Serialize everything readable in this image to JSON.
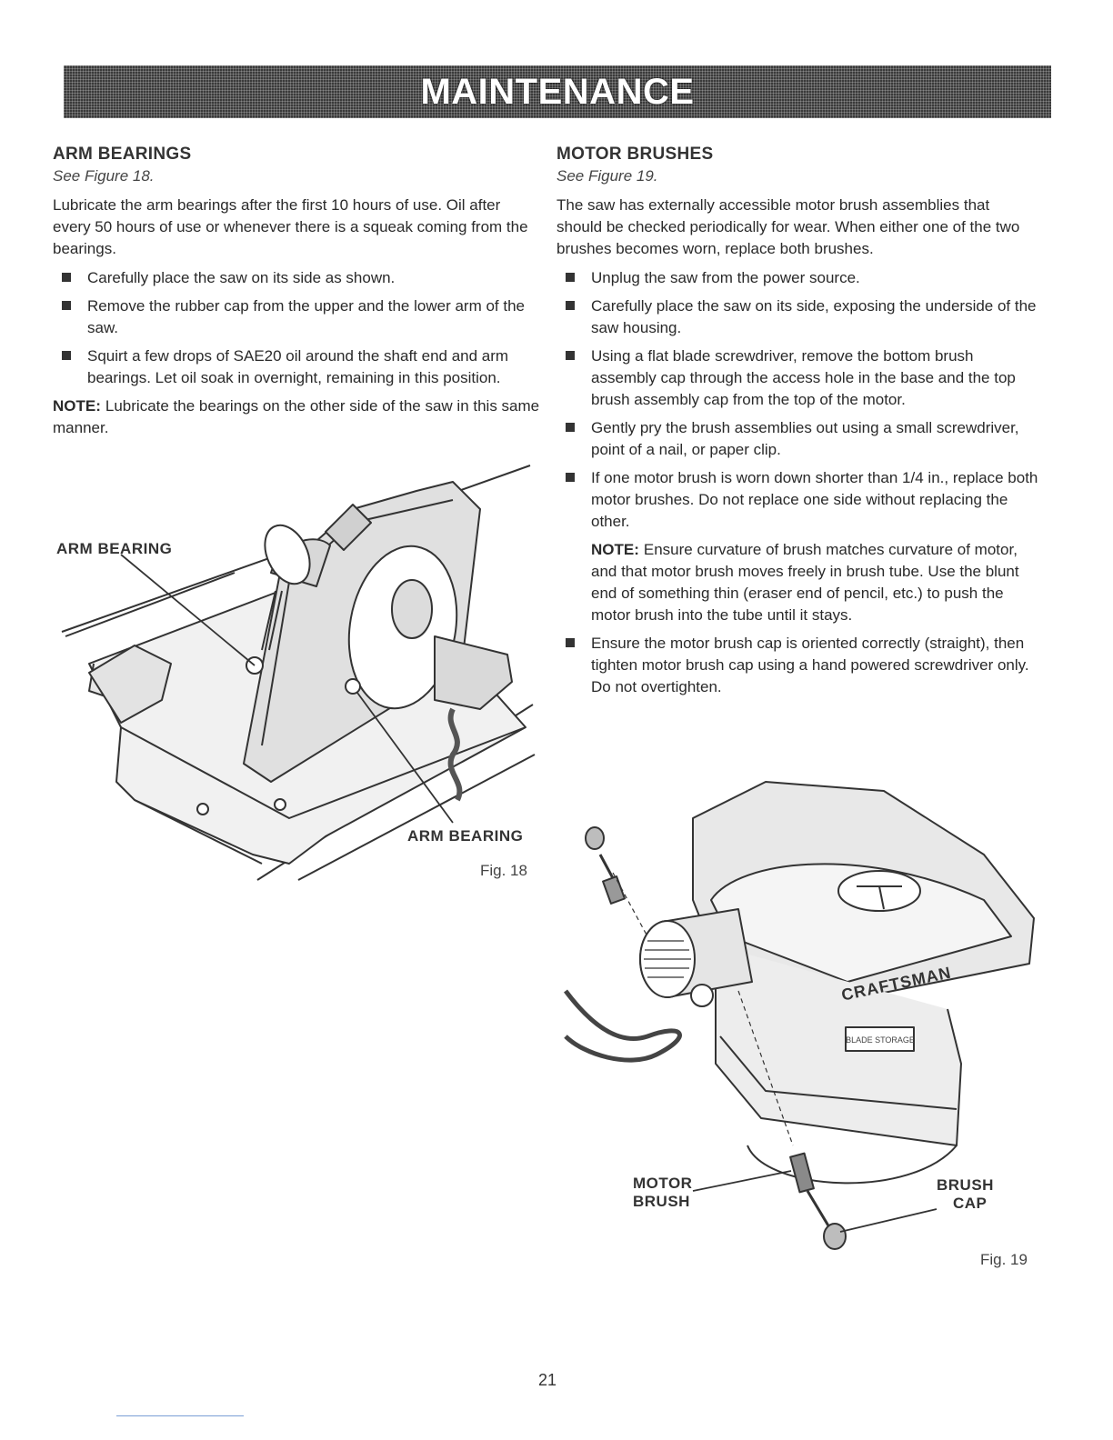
{
  "header": {
    "title": "MAINTENANCE"
  },
  "left": {
    "heading": "ARM BEARINGS",
    "see_figure": "See Figure 18.",
    "intro": "Lubricate the arm bearings after the first 10 hours of use. Oil after every 50 hours of use or whenever there is a squeak coming from the bearings.",
    "bullets": [
      "Carefully place the saw on its side as shown.",
      "Remove the rubber cap from the upper and the lower arm of the saw.",
      "Squirt a few drops of SAE20 oil around the shaft end and arm bearings. Let oil soak in overnight, remaining in this position."
    ],
    "note_label": "NOTE:",
    "note_text": "Lubricate the bearings on the other side of the saw in this same manner."
  },
  "right": {
    "heading": "MOTOR BRUSHES",
    "see_figure": "See Figure 19.",
    "intro": "The saw has externally accessible motor brush assemblies that should be checked periodically for wear. When either one of the two brushes becomes worn, replace both brushes.",
    "bullets": [
      "Unplug the saw from the power source.",
      "Carefully place the saw on its side, exposing the underside of the saw housing.",
      "Using a flat blade screwdriver, remove the bottom brush assembly cap through the access hole in the base and the top brush assembly cap from the top of the motor.",
      "Gently pry the brush assemblies out using a small screwdriver, point of a nail, or paper clip.",
      "If one motor brush is worn down shorter than 1/4 in., replace both motor brushes. Do not replace one side without replacing the other."
    ],
    "note_label": "NOTE:",
    "note_text": "Ensure curvature of brush matches curvature of motor, and that motor brush moves freely in brush tube. Use the blunt end of something thin (eraser end of pencil, etc.) to push the motor brush into the tube until it stays.",
    "last_bullet": "Ensure the motor brush cap is oriented correctly (straight), then tighten motor brush cap using a hand powered screwdriver only. Do not overtighten."
  },
  "fig18": {
    "label_top": "ARM BEARING",
    "label_bottom": "ARM BEARING",
    "caption": "Fig. 18"
  },
  "fig19": {
    "motor_brush_1": "MOTOR",
    "motor_brush_2": "BRUSH",
    "brush_cap_1": "BRUSH",
    "brush_cap_2": "CAP",
    "brand": "CRAFTSMAN",
    "blade_storage": "BLADE STORAGE",
    "caption": "Fig. 19"
  },
  "footer": {
    "page_number": "21"
  }
}
